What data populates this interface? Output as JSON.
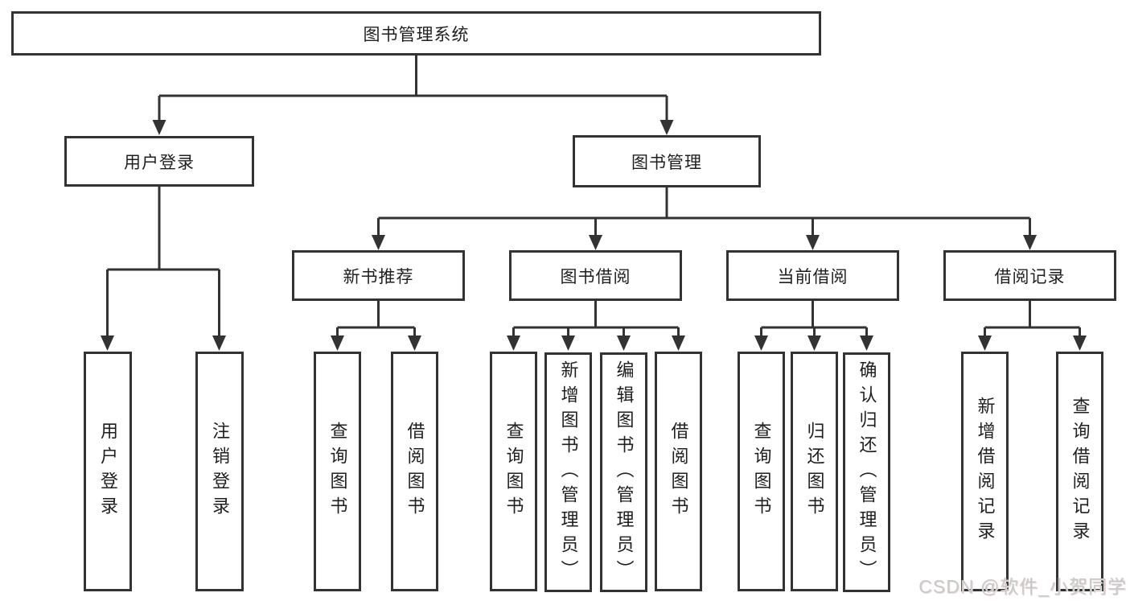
{
  "diagram": {
    "root": "图书管理系统",
    "branches": [
      {
        "label": "用户登录",
        "children": [
          {
            "label": "用户登录"
          },
          {
            "label": "注销登录"
          }
        ]
      },
      {
        "label": "图书管理",
        "children": [
          {
            "label": "新书推荐",
            "children": [
              {
                "label": "查询图书"
              },
              {
                "label": "借阅图书"
              }
            ]
          },
          {
            "label": "图书借阅",
            "children": [
              {
                "label": "查询图书"
              },
              {
                "label": "新增图书（管理员）"
              },
              {
                "label": "编辑图书（管理员）"
              },
              {
                "label": "借阅图书"
              }
            ]
          },
          {
            "label": "当前借阅",
            "children": [
              {
                "label": "查询图书"
              },
              {
                "label": "归还图书"
              },
              {
                "label": "确认归还（管理员）"
              }
            ]
          },
          {
            "label": "借阅记录",
            "children": [
              {
                "label": "新增借阅记录"
              },
              {
                "label": "查询借阅记录"
              }
            ]
          }
        ]
      }
    ]
  },
  "colors": {
    "line": "#333333",
    "text": "#1f1f1f",
    "background": "#ffffff",
    "watermark": "#c9c9c9"
  },
  "watermark": {
    "text": "CSDN @软件_小贺同学"
  }
}
